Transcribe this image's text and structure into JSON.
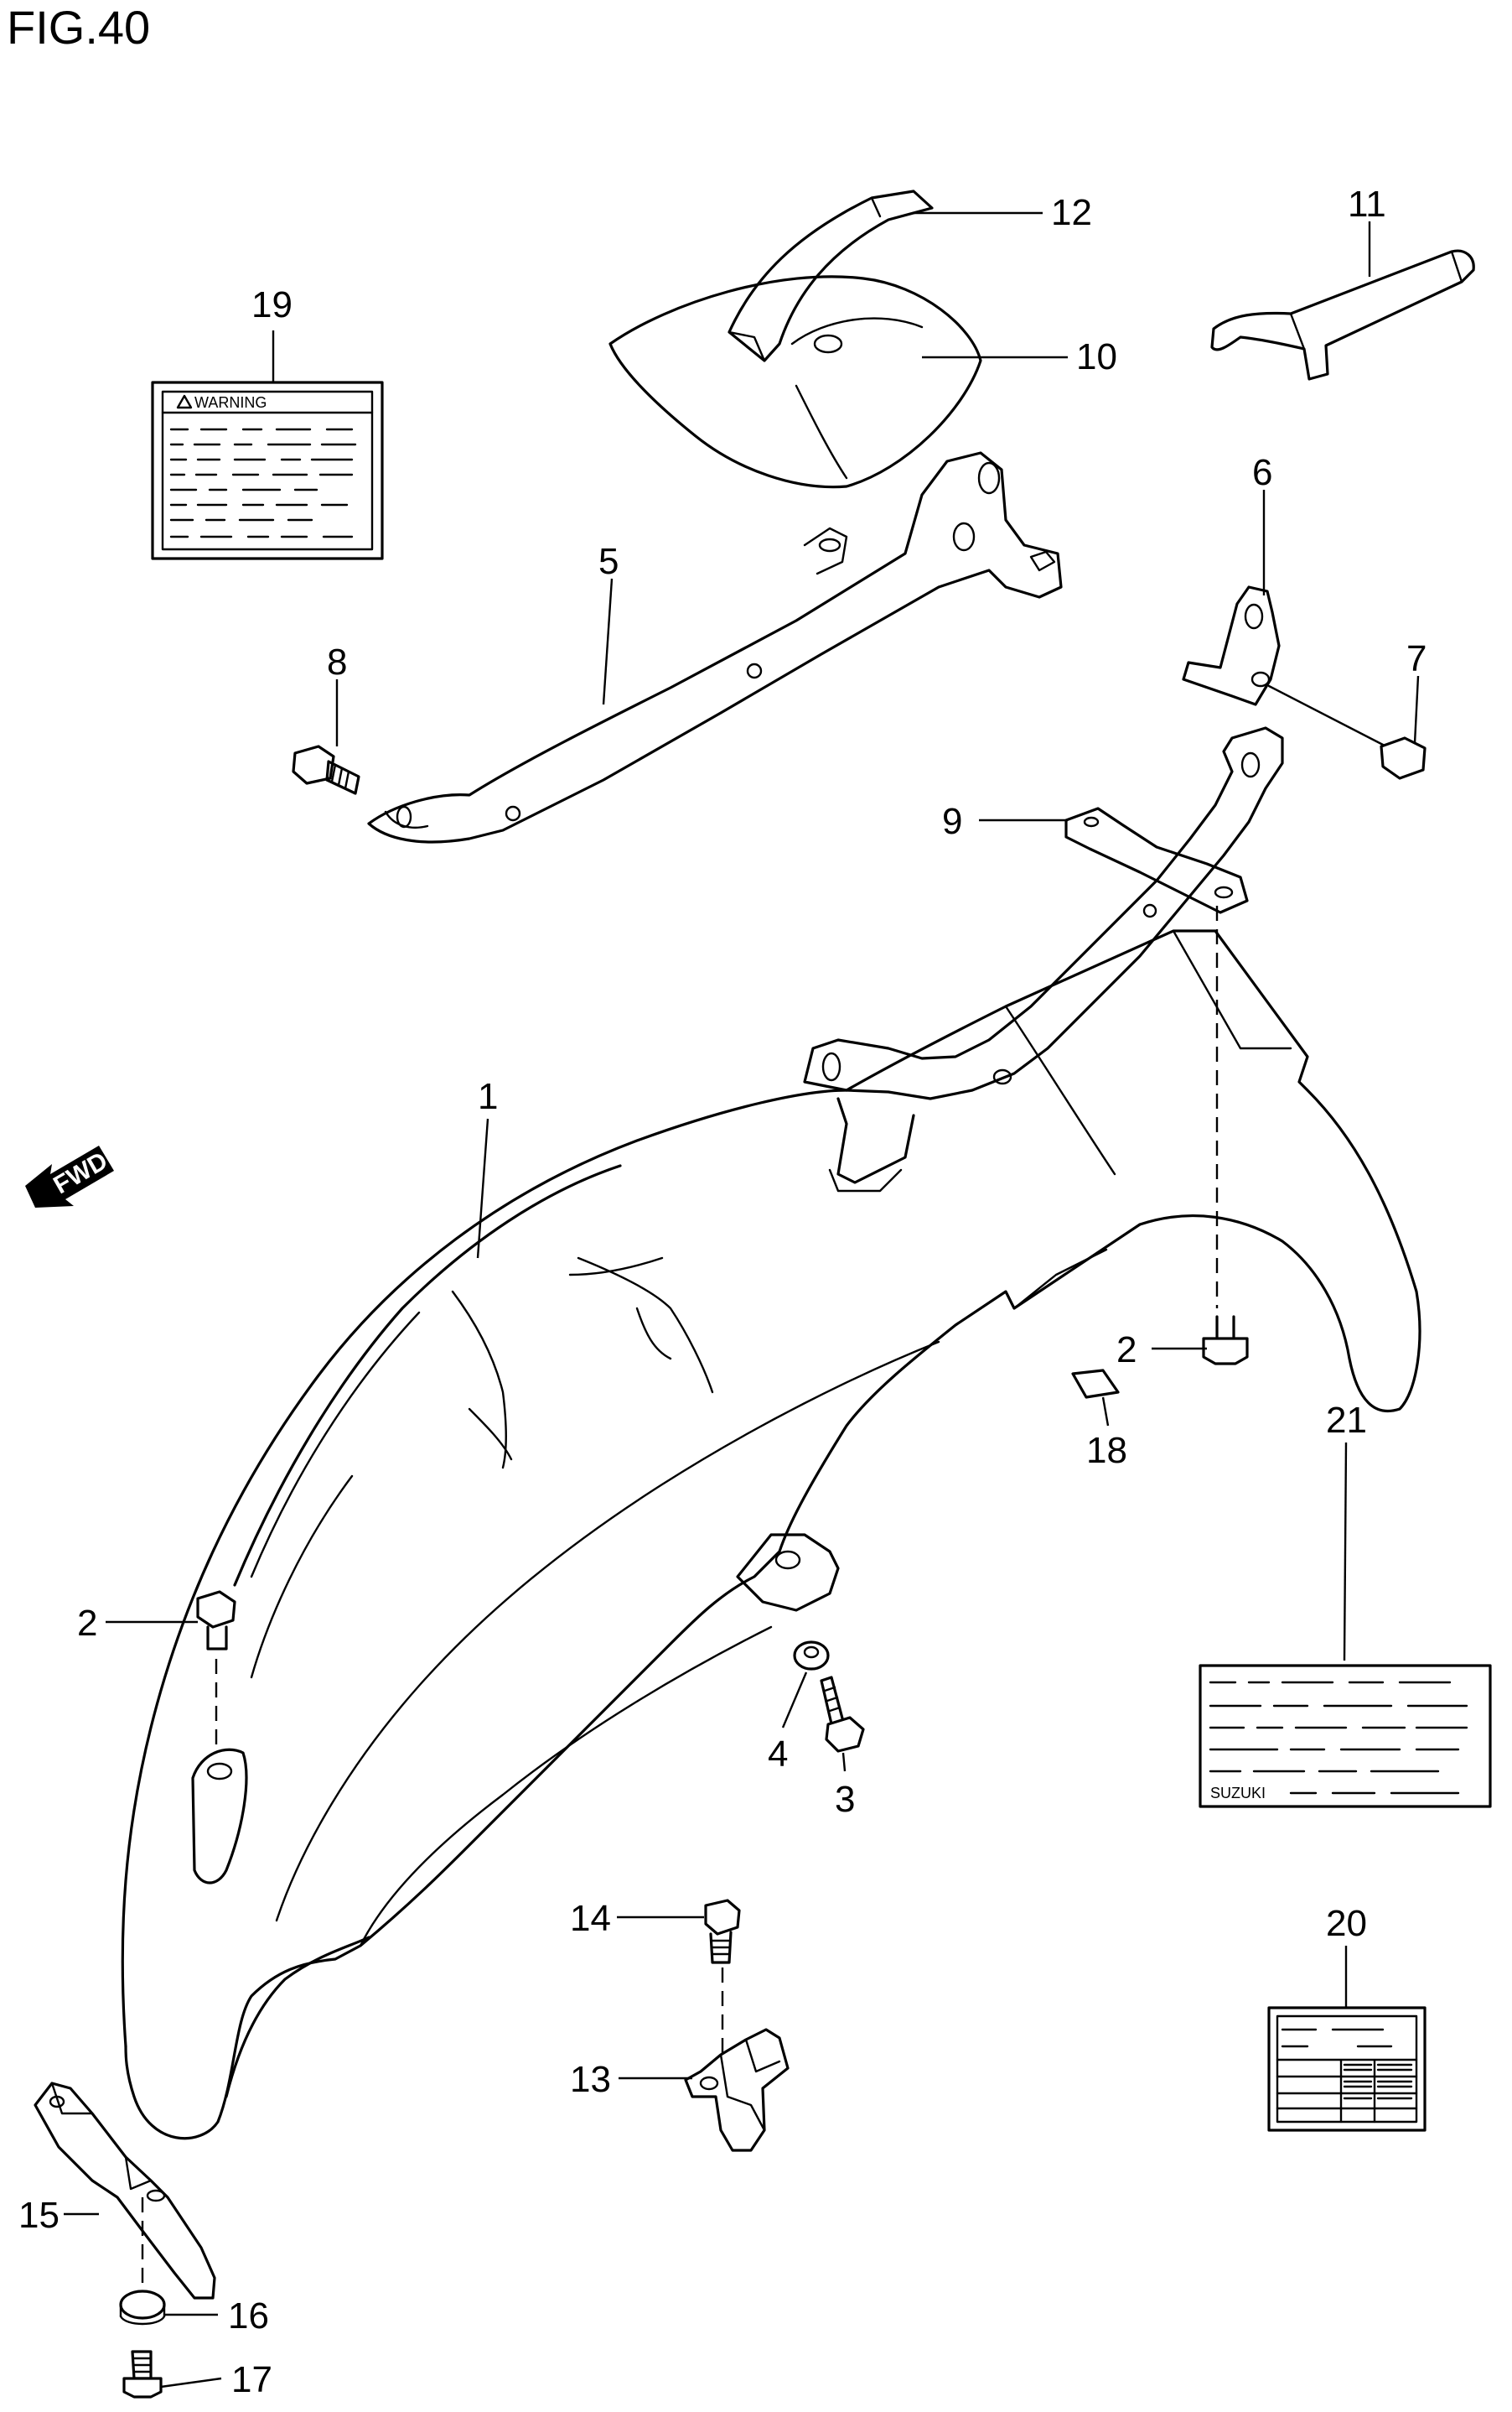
{
  "figure": {
    "title": "FIG.40"
  },
  "direction_label": "FWD",
  "warning_label_heading": "WARNING",
  "brand_label_text": "SUZUKI",
  "callouts": [
    {
      "id": "c1",
      "text": "1"
    },
    {
      "id": "c2a",
      "text": "2"
    },
    {
      "id": "c2b",
      "text": "2"
    },
    {
      "id": "c3",
      "text": "3"
    },
    {
      "id": "c4",
      "text": "4"
    },
    {
      "id": "c5",
      "text": "5"
    },
    {
      "id": "c6",
      "text": "6"
    },
    {
      "id": "c7",
      "text": "7"
    },
    {
      "id": "c8",
      "text": "8"
    },
    {
      "id": "c9",
      "text": "9"
    },
    {
      "id": "c10",
      "text": "10"
    },
    {
      "id": "c11",
      "text": "11"
    },
    {
      "id": "c12",
      "text": "12"
    },
    {
      "id": "c13",
      "text": "13"
    },
    {
      "id": "c14",
      "text": "14"
    },
    {
      "id": "c15",
      "text": "15"
    },
    {
      "id": "c16",
      "text": "16"
    },
    {
      "id": "c17",
      "text": "17"
    },
    {
      "id": "c18",
      "text": "18"
    },
    {
      "id": "c19",
      "text": "19"
    },
    {
      "id": "c20",
      "text": "20"
    },
    {
      "id": "c21",
      "text": "21"
    }
  ]
}
